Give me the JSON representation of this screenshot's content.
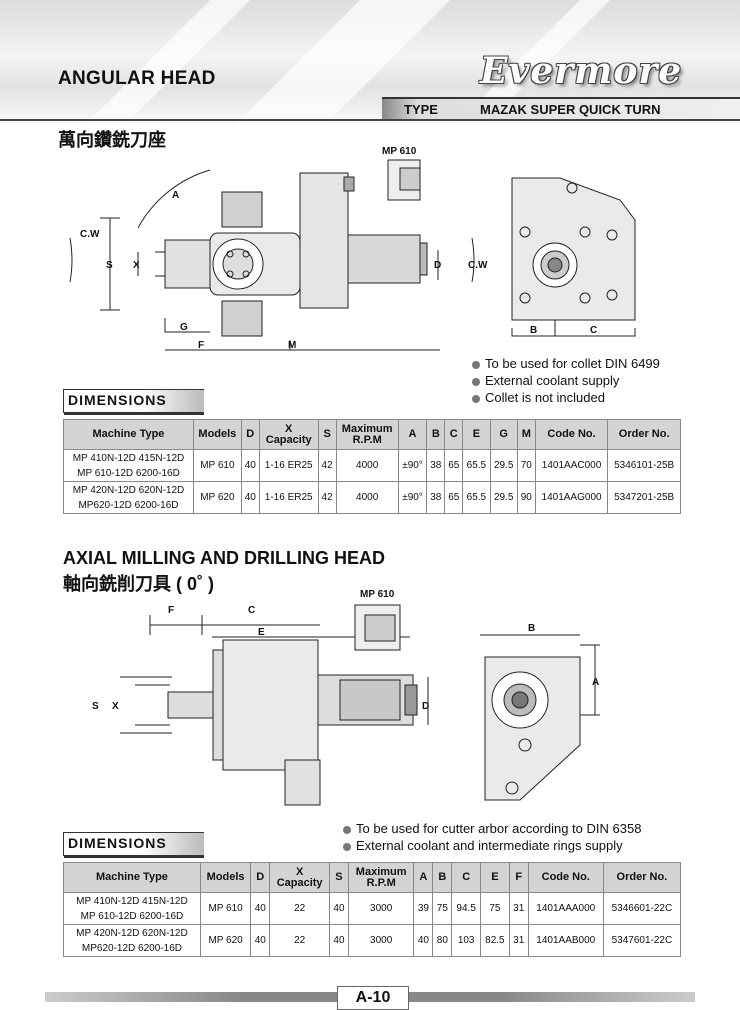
{
  "header": {
    "title": "ANGULAR HEAD",
    "logo": "Evermore",
    "type_label": "TYPE",
    "type_value": "MAZAK SUPER QUICK TURN"
  },
  "section1": {
    "title_cjk": "萬向鑽銑刀座",
    "drawing_labels": {
      "mp": "MP 610",
      "A": "A",
      "cw1": "C.W",
      "cw2": "C.W",
      "S": "S",
      "X": "X",
      "D": "D",
      "G": "G",
      "F": "F",
      "M": "M",
      "B": "B",
      "C": "C"
    },
    "notes": [
      "To be used for collet DIN 6499",
      "External coolant supply",
      "Collet is not included"
    ],
    "dim_label": "DIMENSIONS",
    "headers": {
      "machine": "Machine Type",
      "models": "Models",
      "d": "D",
      "x_top": "X",
      "x_bot": "Capacity",
      "s": "S",
      "rpm_top": "Maximum",
      "rpm_bot": "R.P.M",
      "a": "A",
      "b": "B",
      "c": "C",
      "e": "E",
      "g": "G",
      "m": "M",
      "code": "Code No.",
      "order": "Order No."
    },
    "rows": [
      {
        "machine1": "MP 410N-12D 415N-12D",
        "machine2": "MP 610-12D 6200-16D",
        "model": "MP 610",
        "d": "40",
        "x": "1-16 ER25",
        "s": "42",
        "rpm": "4000",
        "a": "±90°",
        "b": "38",
        "c": "65",
        "e": "65.5",
        "g": "29.5",
        "m": "70",
        "code": "1401AAC000",
        "order": "5346101-25B"
      },
      {
        "machine1": "MP 420N-12D 620N-12D",
        "machine2": "MP620-12D 6200-16D",
        "model": "MP 620",
        "d": "40",
        "x": "1-16 ER25",
        "s": "42",
        "rpm": "4000",
        "a": "±90°",
        "b": "38",
        "c": "65",
        "e": "65.5",
        "g": "29.5",
        "m": "90",
        "code": "1401AAG000",
        "order": "5347201-25B"
      }
    ]
  },
  "section2": {
    "title": "AXIAL MILLING AND DRILLING HEAD",
    "title_cjk": "軸向銑削刀具 ( 0˚ )",
    "drawing_labels": {
      "mp": "MP 610",
      "F": "F",
      "C": "C",
      "E": "E",
      "B": "B",
      "A": "A",
      "S": "S",
      "X": "X",
      "D": "D"
    },
    "notes": [
      "To be used for cutter arbor according to DIN 6358",
      "External coolant and intermediate rings supply"
    ],
    "dim_label": "DIMENSIONS",
    "headers": {
      "machine": "Machine Type",
      "models": "Models",
      "d": "D",
      "x_top": "X",
      "x_bot": "Capacity",
      "s": "S",
      "rpm_top": "Maximum",
      "rpm_bot": "R.P.M",
      "a": "A",
      "b": "B",
      "c": "C",
      "e": "E",
      "f": "F",
      "code": "Code No.",
      "order": "Order No."
    },
    "rows": [
      {
        "machine1": "MP 410N-12D 415N-12D",
        "machine2": "MP 610-12D 6200-16D",
        "model": "MP 610",
        "d": "40",
        "x": "22",
        "s": "40",
        "rpm": "3000",
        "a": "39",
        "b": "75",
        "c": "94.5",
        "e": "75",
        "f": "31",
        "code": "1401AAA000",
        "order": "5346601-22C"
      },
      {
        "machine1": "MP 420N-12D 620N-12D",
        "machine2": "MP620-12D 6200-16D",
        "model": "MP 620",
        "d": "40",
        "x": "22",
        "s": "40",
        "rpm": "3000",
        "a": "40",
        "b": "80",
        "c": "103",
        "e": "82.5",
        "f": "31",
        "code": "1401AAB000",
        "order": "5347601-22C"
      }
    ]
  },
  "footer": {
    "page": "A-10"
  }
}
